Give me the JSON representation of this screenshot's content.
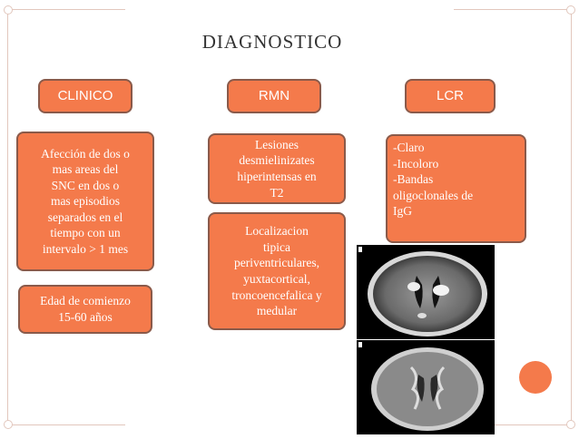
{
  "title": "DIAGNOSTICO",
  "columns": {
    "clinico": {
      "header": "CLINICO",
      "box1": [
        "Afección de dos o",
        "mas areas del",
        "SNC en dos o",
        "mas episodios",
        "separados en el",
        "tiempo con un",
        "intervalo > 1 mes"
      ],
      "box2": [
        "Edad de comienzo",
        "15-60 años"
      ]
    },
    "rmn": {
      "header": "RMN",
      "box1": [
        "Lesiones",
        "desmielinizates",
        "hiperintensas en",
        "T2"
      ],
      "box2": [
        "Localizacion",
        "tipica",
        "periventriculares,",
        "yuxtacortical,",
        "troncoencefalica y",
        "medular"
      ]
    },
    "lcr": {
      "header": "LCR",
      "box1": [
        "-Claro",
        "-Incoloro",
        "-Bandas",
        "oligoclonales de",
        "IgG"
      ]
    }
  },
  "colors": {
    "box_fill": "#f47a4b",
    "box_border": "#8a5a4a",
    "frame": "#e2c7bd"
  }
}
